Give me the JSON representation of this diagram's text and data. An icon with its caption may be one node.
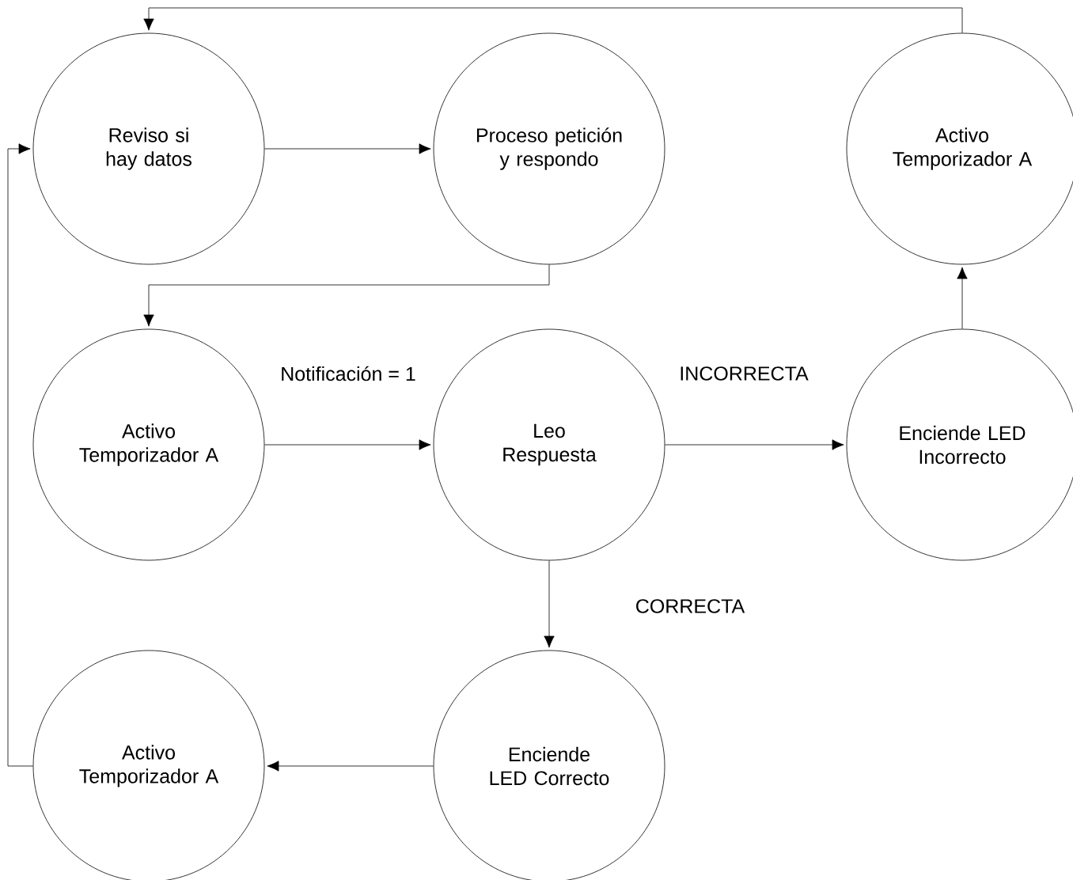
{
  "diagram": {
    "nodes": [
      {
        "text": [
          "Reviso si hay datos"
        ]
      },
      {
        "text": [
          "Proceso petición y respondo"
        ]
      },
      {
        "text": [
          "Activo Temporizador A"
        ]
      },
      {
        "text": [
          "Activo Temporizador A"
        ]
      },
      {
        "text": [
          "Leo Respuesta"
        ]
      },
      {
        "text": [
          "Enciende LED Incorrecto"
        ]
      },
      {
        "text": [
          "Enciende LED Correcto"
        ]
      },
      {
        "text": [
          "Activo Temporizador A"
        ]
      }
    ],
    "edges": [
      {
        "from": 0,
        "to": 1,
        "arrow": "to"
      },
      {
        "from": 1,
        "to": 3,
        "arrow": "to"
      },
      {
        "from": 3,
        "to": 4,
        "arrow": "to",
        "label": "Notificación =  1"
      },
      {
        "from": 4,
        "to": 5,
        "arrow": "to",
        "label": "INCORRECTA"
      },
      {
        "from": 5,
        "to": 2,
        "arrow": "to"
      },
      {
        "from": 2,
        "to": 0,
        "arrow": "to"
      },
      {
        "from": 4,
        "to": 6,
        "arrow": "to",
        "label": "CORRECTA"
      },
      {
        "from": 6,
        "to": 7,
        "arrow": "to"
      },
      {
        "from": 7,
        "to": 0,
        "arrow": "to"
      }
    ]
  }
}
